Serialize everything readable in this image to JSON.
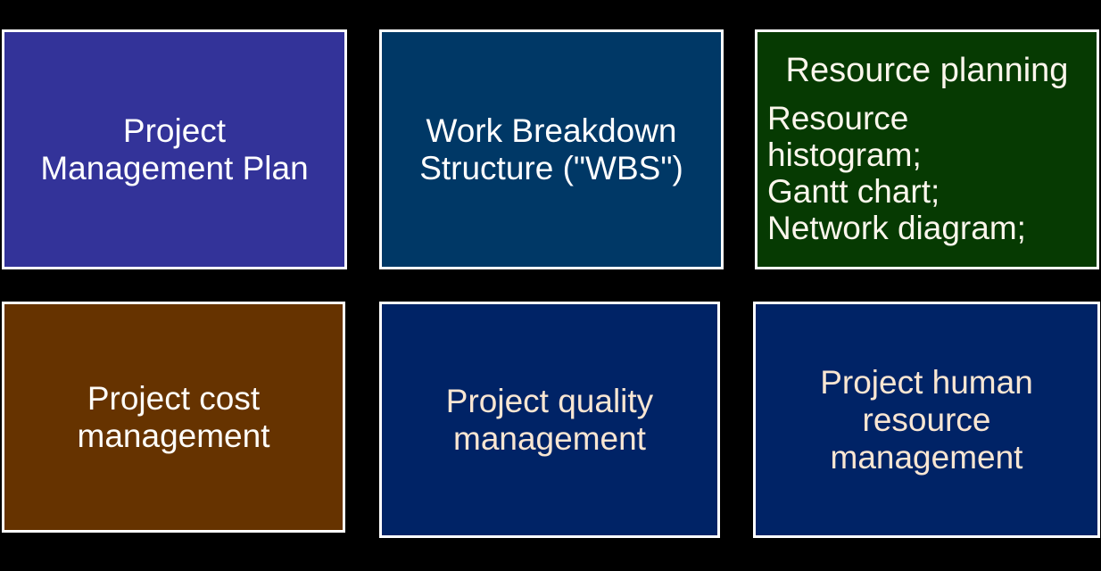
{
  "canvas": {
    "background_color": "#000000",
    "box_border_color": "#FFFFFF"
  },
  "boxes": [
    {
      "name": "project-management-plan",
      "label": "Project\nManagement Plan",
      "fill": "#333399",
      "text_color": "#FFFFFF"
    },
    {
      "name": "work-breakdown-structure",
      "label": "Work Breakdown\nStructure (\"WBS\")",
      "fill": "#003866",
      "text_color": "#FFFFFF"
    },
    {
      "name": "resource-planning",
      "title": "Resource planning",
      "body": "Resource\nhistogram;\nGantt chart;\nNetwork diagram;",
      "fill": "#063A02",
      "text_color": "#FBF6EC"
    },
    {
      "name": "project-cost-management",
      "label": "Project cost\nmanagement",
      "fill": "#663300",
      "text_color": "#FEFCF8"
    },
    {
      "name": "project-quality-management",
      "label": "Project quality\nmanagement",
      "fill": "#002366",
      "text_color": "#F9E6D2"
    },
    {
      "name": "project-human-resource-management",
      "label": "Project human\nresource\nmanagement",
      "fill": "#002366",
      "text_color": "#F9E6D2"
    }
  ]
}
